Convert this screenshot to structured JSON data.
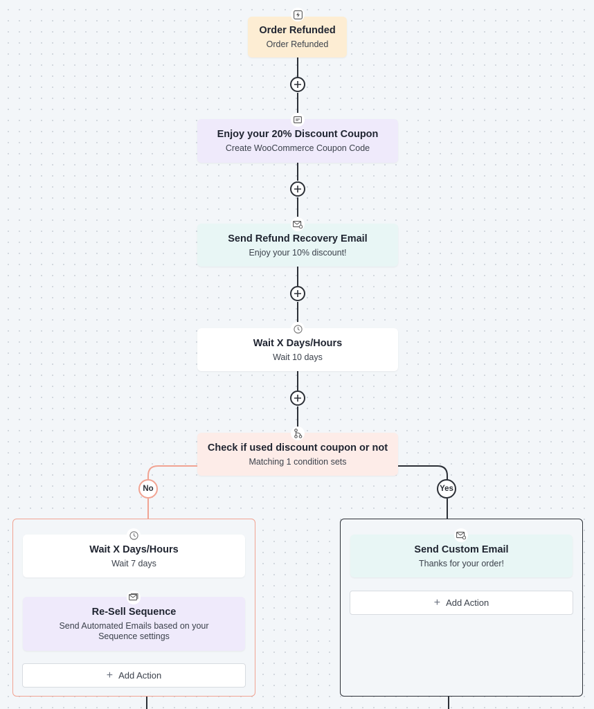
{
  "workflow": {
    "trigger": {
      "title": "Order Refunded",
      "subtitle": "Order Refunded",
      "icon": "lightning-icon",
      "color": "#fdedd3"
    },
    "steps": [
      {
        "title": "Enjoy your 20% Discount Coupon",
        "subtitle": "Create WooCommerce Coupon Code",
        "icon": "coupon-icon",
        "color": "#efeafb"
      },
      {
        "title": "Send Refund Recovery Email",
        "subtitle": "Enjoy your 10% discount!",
        "icon": "email-icon",
        "color": "#e8f6f5"
      },
      {
        "title": "Wait X Days/Hours",
        "subtitle": "Wait 10 days",
        "icon": "clock-icon",
        "color": "#ffffff"
      }
    ],
    "condition": {
      "title": "Check if used discount coupon or not",
      "subtitle": "Matching 1 condition sets",
      "icon": "branch-icon",
      "color": "#fdece8"
    },
    "branches": {
      "no": {
        "label": "No",
        "color": "#f1a392",
        "steps": [
          {
            "title": "Wait X Days/Hours",
            "subtitle": "Wait 7 days",
            "icon": "clock-icon",
            "color": "#ffffff"
          },
          {
            "title": "Re-Sell Sequence",
            "subtitle": "Send Automated Emails based on your Sequence settings",
            "icon": "email-sequence-icon",
            "color": "#efeafb"
          }
        ],
        "add_action_label": "Add Action"
      },
      "yes": {
        "label": "Yes",
        "color": "#2b2f36",
        "steps": [
          {
            "title": "Send Custom Email",
            "subtitle": "Thanks for your order!",
            "icon": "email-icon",
            "color": "#e8f6f5"
          }
        ],
        "add_action_label": "Add Action"
      }
    }
  }
}
